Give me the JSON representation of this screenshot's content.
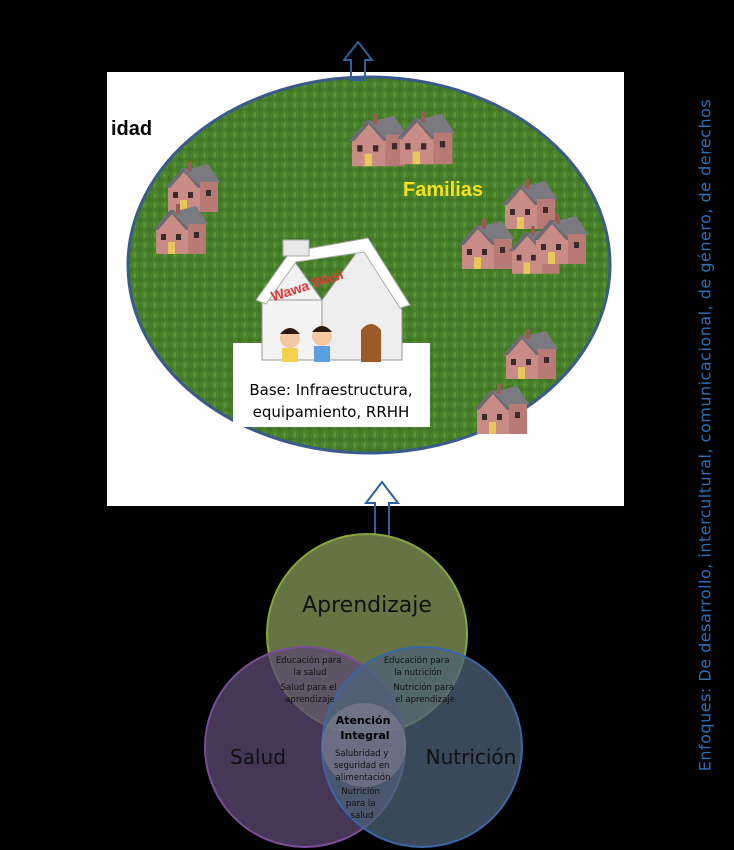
{
  "community": {
    "partial_label": "idad",
    "families_label": "Familias",
    "wawa_wasi_sign": "Wawa Wasi",
    "base_line1": "Base: Infraestructura,",
    "base_line2": "equipamiento, RRHH"
  },
  "venn": {
    "top_label": "Aprendizaje",
    "left_label": "Salud",
    "right_label": "Nutrición",
    "ov_top_left_1": [
      "Educación para",
      "la salud"
    ],
    "ov_top_left_2": [
      "Salud para el",
      "aprendizaje"
    ],
    "ov_top_right_1": [
      "Educación para",
      "la nutrición"
    ],
    "ov_top_right_2": [
      "Nutrición para",
      "el aprendizaje"
    ],
    "center_title": [
      "Atención",
      "Integral"
    ],
    "center_sub1": [
      "Salubridad y",
      "seguridad en",
      "alimentación"
    ],
    "center_sub2": [
      "Nutrición",
      "para la",
      "salud"
    ]
  },
  "side_text": "Enfoques: De desarrollo, intercultural, comunicacional, de género, de derechos",
  "colors": {
    "background": "#000000",
    "grass": "#4f8a2e",
    "ellipse_border": "#3a5a8a",
    "families_text": "#f5e21a",
    "circle_top": "#6f7e4a",
    "circle_left": "#5c4a72",
    "circle_right": "#4e6178",
    "side_text": "#2e6fb6"
  }
}
